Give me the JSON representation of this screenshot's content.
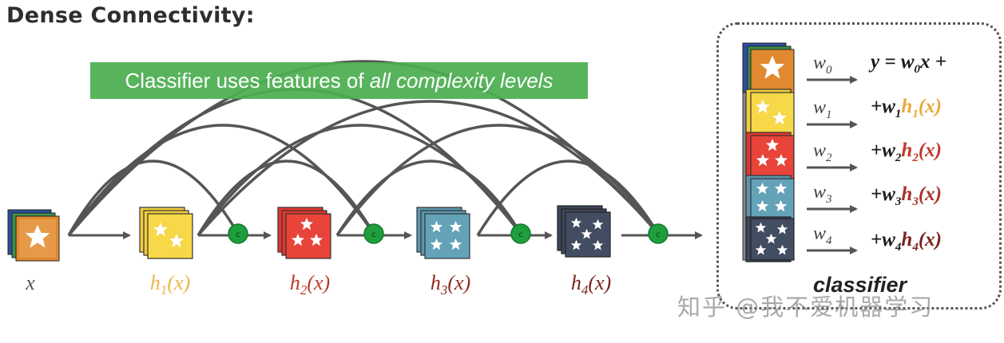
{
  "title": "Dense Connectivity:",
  "banner": {
    "text_plain": "Classifier uses features of ",
    "text_italic": "all complexity levels"
  },
  "nodes": {
    "x": {
      "label": "x",
      "color": "#555555"
    },
    "h1": {
      "label_base": "h",
      "label_sub": "1",
      "label_tail": "(x)",
      "color": "#e8b84a",
      "fill": "#f2cd3d"
    },
    "h2": {
      "label_base": "h",
      "label_sub": "2",
      "label_tail": "(x)",
      "color": "#c0392b",
      "fill": "#e0382e"
    },
    "h3": {
      "label_base": "h",
      "label_sub": "3",
      "label_tail": "(x)",
      "color": "#922b21",
      "fill": "#5a97ad"
    },
    "h4": {
      "label_base": "h",
      "label_sub": "4",
      "label_tail": "(x)",
      "color": "#7b241c",
      "fill": "#3c4659"
    }
  },
  "concat_symbol": "c",
  "colors": {
    "arc": "#555555",
    "concat": "#1e9e3c",
    "x_tile": "#e0892f"
  },
  "classifier": {
    "title": "classifier",
    "weights": [
      {
        "base": "w",
        "sub": "0"
      },
      {
        "base": "w",
        "sub": "1"
      },
      {
        "base": "w",
        "sub": "2"
      },
      {
        "base": "w",
        "sub": "3"
      },
      {
        "base": "w",
        "sub": "4"
      }
    ],
    "equations": [
      {
        "pre": "y = w",
        "sub": "0",
        "post": "x +",
        "h": "",
        "hsub": "",
        "htail": "",
        "color": "#1a1a1a"
      },
      {
        "pre": "+w",
        "sub": "1",
        "post": "",
        "h": "h",
        "hsub": "1",
        "htail": "(x)",
        "color": "#e8a93a"
      },
      {
        "pre": "+w",
        "sub": "2",
        "post": "",
        "h": "h",
        "hsub": "2",
        "htail": "(x)",
        "color": "#c0392b"
      },
      {
        "pre": "+w",
        "sub": "3",
        "post": "",
        "h": "h",
        "hsub": "3",
        "htail": "(x)",
        "color": "#a93226"
      },
      {
        "pre": "+w",
        "sub": "4",
        "post": "",
        "h": "h",
        "hsub": "4",
        "htail": "(x)",
        "color": "#7b241c"
      }
    ]
  },
  "watermark": "知乎 @我不爱机器学习"
}
